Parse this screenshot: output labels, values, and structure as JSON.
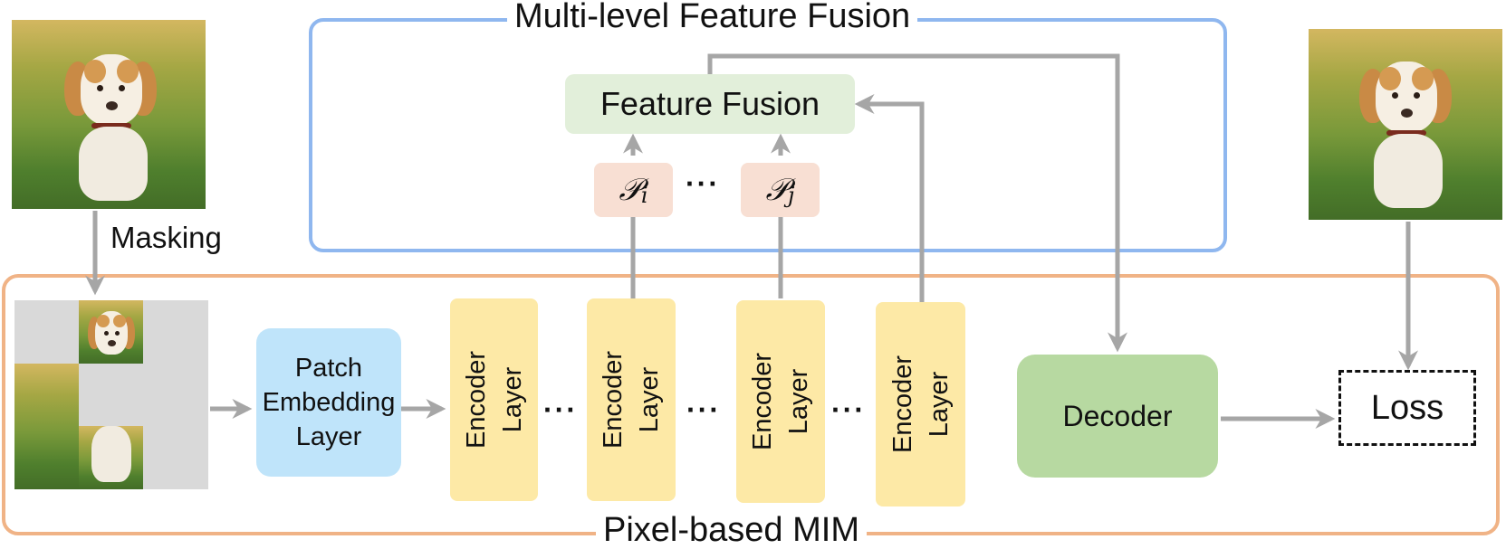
{
  "groups": {
    "multilevel_title": "Multi-level Feature Fusion",
    "pixel_mim_title": "Pixel-based MIM"
  },
  "nodes": {
    "feature_fusion": "Feature Fusion",
    "p_i_symbol": "𝒫",
    "p_i_sub": "i",
    "p_j_symbol": "𝒫",
    "p_j_sub": "j",
    "p_dots": "···",
    "patch_line1": "Patch",
    "patch_line2": "Embedding",
    "patch_line3": "Layer",
    "encoder_line1": "Encoder",
    "encoder_line2": "Layer",
    "encoder_dots": "···",
    "decoder": "Decoder",
    "loss": "Loss"
  },
  "edge_labels": {
    "masking": "Masking"
  },
  "colors": {
    "multilevel_border": "#8fb7ef",
    "pixel_mim_border": "#f0b386",
    "fusion_fill": "#e2efda",
    "p_fill": "#f8dfd3",
    "patch_fill": "#bfe4fa",
    "encoder_fill": "#fde9a6",
    "decoder_fill": "#b7d9a1",
    "arrow": "#a6a6a6",
    "mask_gray": "#d9d9d9"
  },
  "images": {
    "input": "dog-photo",
    "masked": "masked-dog-photo",
    "target": "dog-photo"
  }
}
